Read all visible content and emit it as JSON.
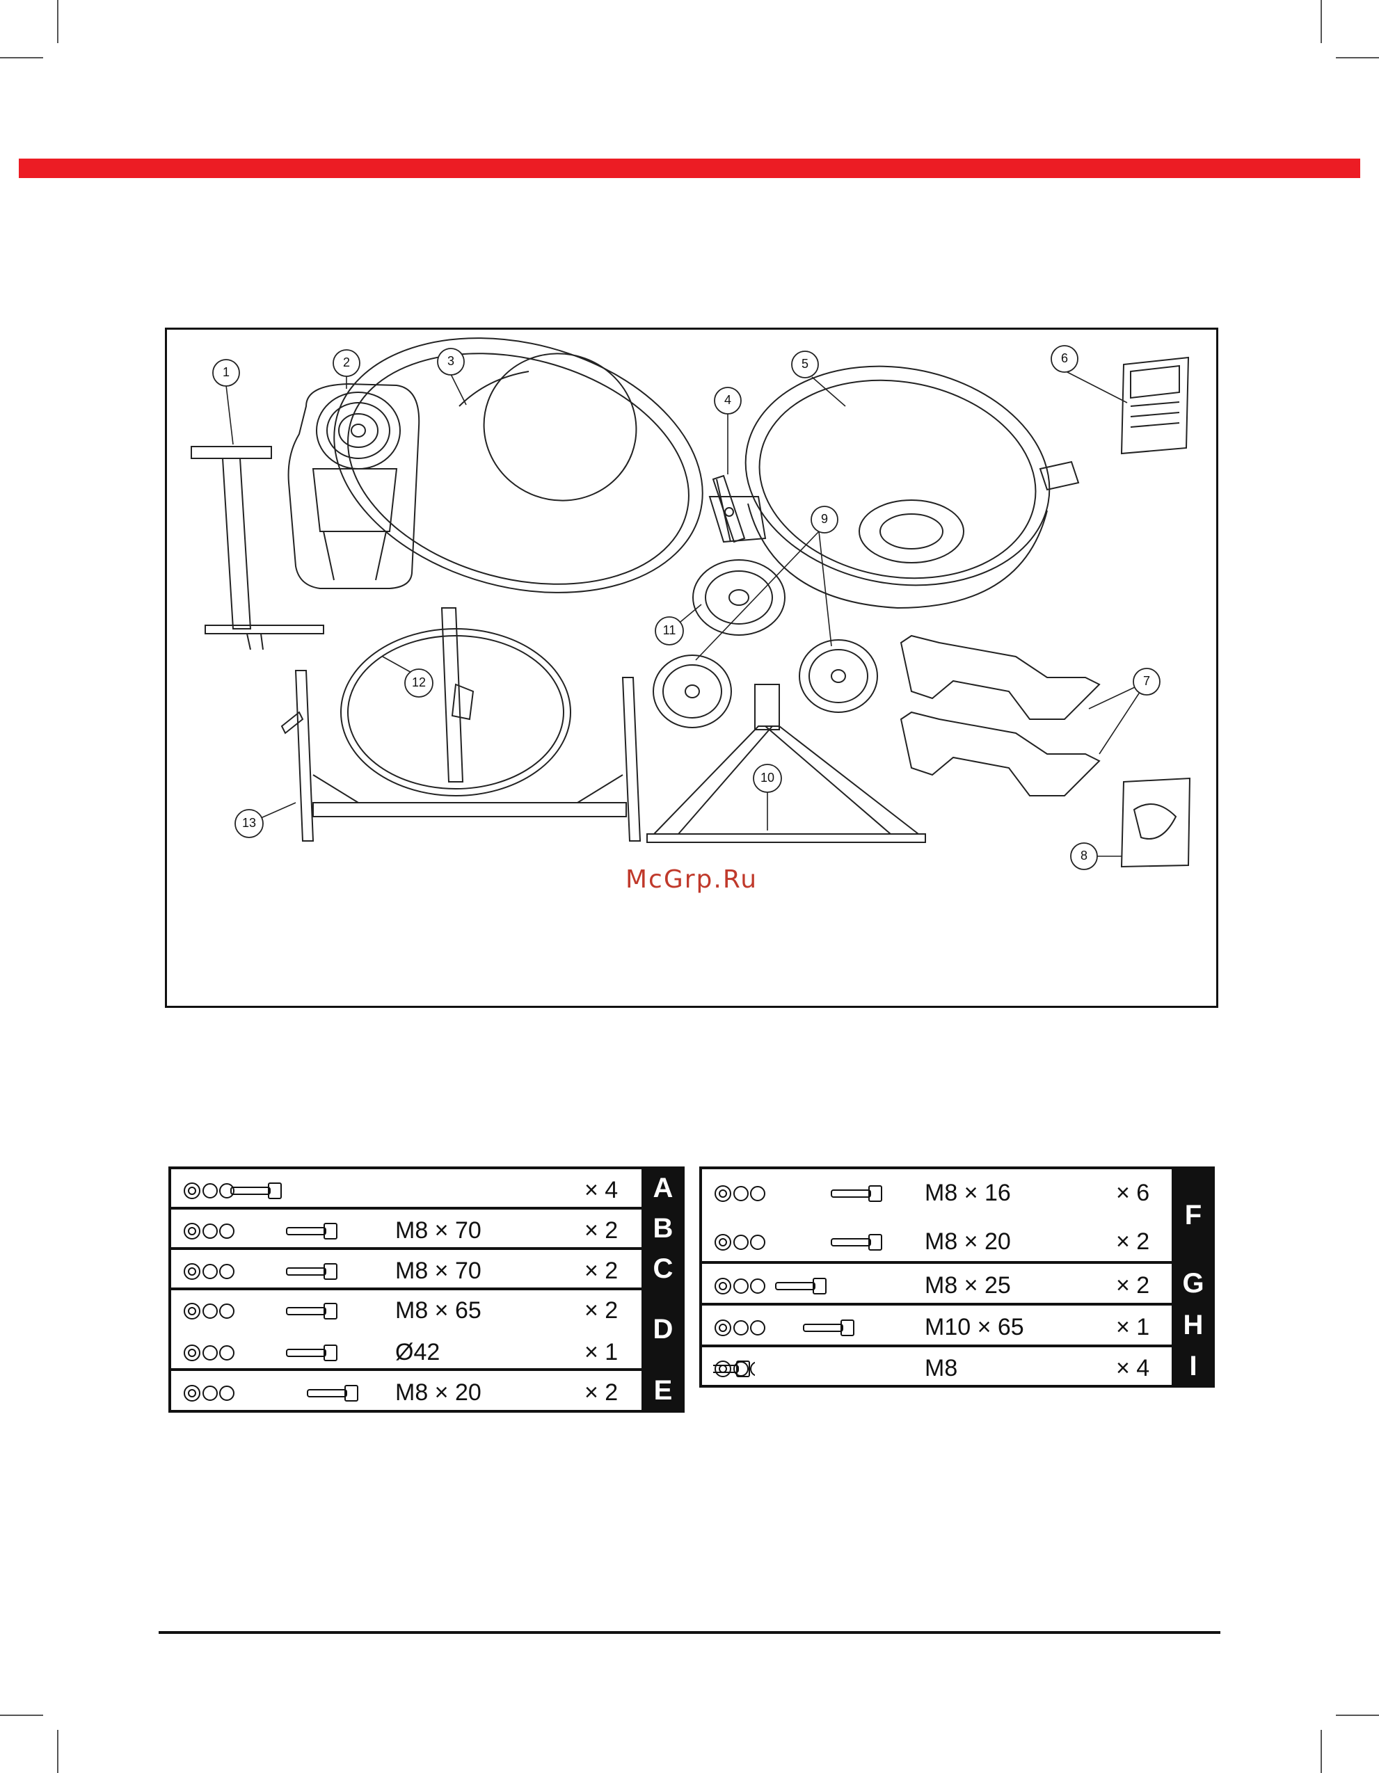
{
  "colors": {
    "accent_bar": "#ec1c24",
    "ink": "#111111",
    "watermark": "#c0392b"
  },
  "watermark": "McGrp.Ru",
  "parts": [
    {
      "num": "1",
      "icon": "stand-post-icon"
    },
    {
      "num": "2",
      "icon": "motor-housing-icon"
    },
    {
      "num": "3",
      "icon": "drum-top-icon"
    },
    {
      "num": "4",
      "icon": "bracket-icon"
    },
    {
      "num": "5",
      "icon": "drum-bottom-icon"
    },
    {
      "num": "6",
      "icon": "manual-icon"
    },
    {
      "num": "7",
      "icon": "support-bracket-icon"
    },
    {
      "num": "8",
      "icon": "hardware-bag-icon"
    },
    {
      "num": "9",
      "icon": "wheel-icon"
    },
    {
      "num": "10",
      "icon": "a-frame-icon"
    },
    {
      "num": "11",
      "icon": "hub-cap-icon"
    },
    {
      "num": "12",
      "icon": "ring-icon"
    },
    {
      "num": "13",
      "icon": "frame-icon"
    }
  ],
  "hardware_left": [
    {
      "letter": "A",
      "lines": [
        {
          "size": "",
          "qty": "× 4"
        }
      ]
    },
    {
      "letter": "B",
      "lines": [
        {
          "size": "M8 × 70",
          "qty": "× 2"
        }
      ]
    },
    {
      "letter": "C",
      "lines": [
        {
          "size": "M8 × 70",
          "qty": "× 2"
        }
      ]
    },
    {
      "letter": "D",
      "lines": [
        {
          "size": "M8 × 65",
          "qty": "× 2"
        },
        {
          "size": "Ø42",
          "qty": "× 1"
        }
      ]
    },
    {
      "letter": "E",
      "lines": [
        {
          "size": "M8 × 20",
          "qty": "× 2"
        }
      ]
    }
  ],
  "hardware_right": [
    {
      "letter": "F",
      "lines": [
        {
          "size": "M8 × 16",
          "qty": "× 6"
        },
        {
          "size": "M8 × 20",
          "qty": "× 2"
        }
      ]
    },
    {
      "letter": "G",
      "lines": [
        {
          "size": "M8 × 25",
          "qty": "× 2"
        }
      ]
    },
    {
      "letter": "H",
      "lines": [
        {
          "size": "M10 × 65",
          "qty": "× 1"
        }
      ]
    },
    {
      "letter": "I",
      "lines": [
        {
          "size": "M8",
          "qty": "× 4"
        }
      ]
    }
  ]
}
